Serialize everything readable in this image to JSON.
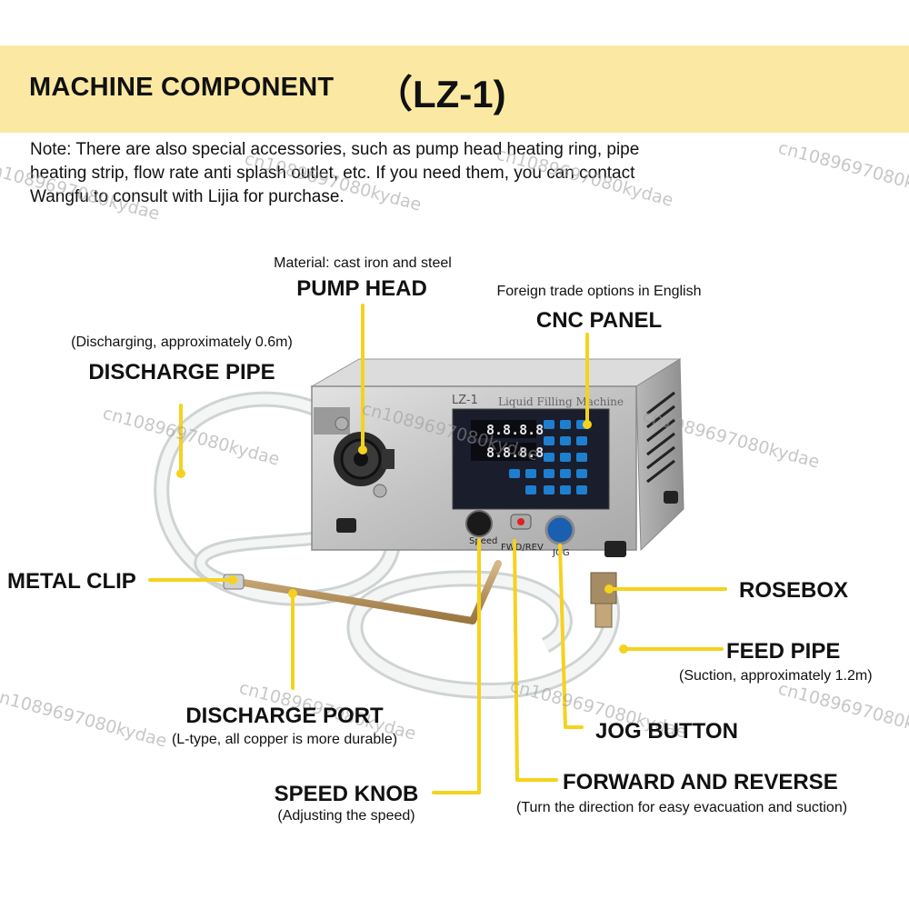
{
  "header": {
    "title": "MACHINE COMPONENT",
    "model": "（LZ-1)"
  },
  "note": "Note: There are also special accessories, such as pump head heating ring, pipe heating strip, flow rate anti splash outlet, etc. If you need them, you can contact Wangfu to consult with Lijia for purchase.",
  "machine": {
    "model_label": "LZ-1",
    "name_label": "Liquid Filling Machine",
    "panel_display_1": "8.8.8.8",
    "panel_display_2": "8.8.8.8",
    "speed_knob_label": "Speed",
    "fwd_rev_label": "FWD/REV",
    "jog_label": "JOG"
  },
  "labels": {
    "pump_head": {
      "note": "Material: cast iron and steel",
      "title": "PUMP HEAD"
    },
    "cnc_panel": {
      "note": "Foreign trade options in English",
      "title": "CNC PANEL"
    },
    "discharge_pipe": {
      "note": "(Discharging, approximately 0.6m)",
      "title": "DISCHARGE PIPE"
    },
    "metal_clip": {
      "title": "METAL CLIP"
    },
    "rosebox": {
      "title": "ROSEBOX"
    },
    "feed_pipe": {
      "title": "FEED PIPE",
      "note": "(Suction, approximately 1.2m)"
    },
    "discharge_port": {
      "title": "DISCHARGE PORT",
      "note": "(L-type, all copper is more durable)"
    },
    "jog_button": {
      "title": "JOG BUTTON"
    },
    "speed_knob": {
      "title": "SPEED KNOB",
      "note": "(Adjusting the speed)"
    },
    "forward_reverse": {
      "title": "FORWARD AND REVERSE",
      "note": "(Turn the direction for easy evacuation and suction)"
    }
  },
  "watermark": "cn1089697080kydae",
  "colors": {
    "banner": "#fbe9a3",
    "leader_line": "#f5d21e",
    "machine_body": "#c9c9c9",
    "panel": "#1a1d2c",
    "panel_buttons": "#1e7fd0",
    "tube": "#eef0f0",
    "copper": "#b5935e"
  }
}
